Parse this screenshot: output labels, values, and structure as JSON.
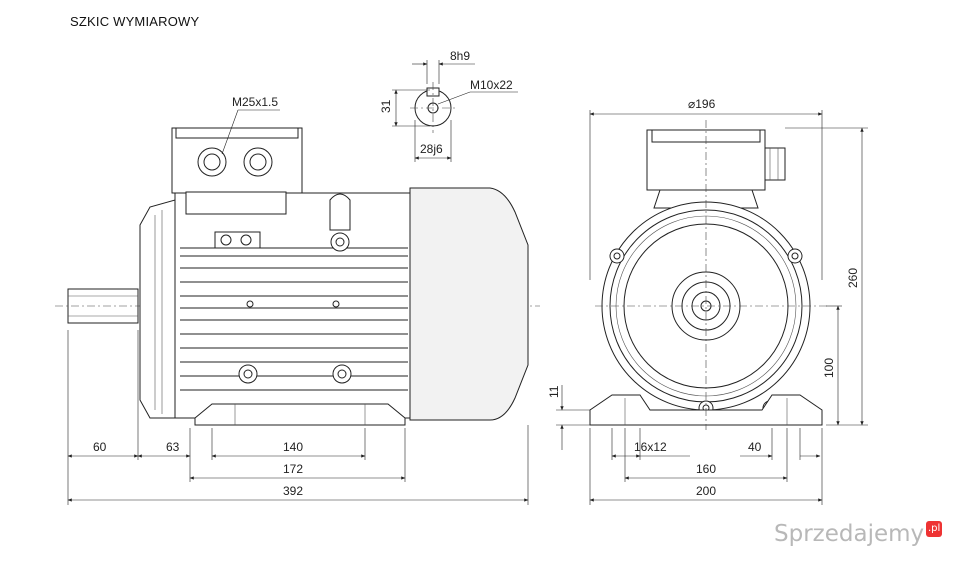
{
  "title": "SZKIC WYMIAROWY",
  "side_view": {
    "cable_gland_thread": "M25x1.5",
    "dim_shaft_length": "60",
    "dim_flange_to_foot": "63",
    "dim_foot_hole_spacing": "140",
    "dim_foot_length": "172",
    "dim_total_length": "392"
  },
  "shaft_detail": {
    "key_width": "8h9",
    "center_thread": "M10x22",
    "key_height": "31",
    "shaft_diameter": "28j6"
  },
  "front_view": {
    "fan_cover_diameter": "⌀196",
    "total_height": "260",
    "shaft_height": "100",
    "foot_thickness": "11",
    "foot_hole": "16x12",
    "foot_width_inner": "40",
    "foot_hole_spacing": "160",
    "foot_total_width": "200"
  },
  "watermark": {
    "brand": "Sprzedajemy",
    "suffix": ".pl"
  }
}
